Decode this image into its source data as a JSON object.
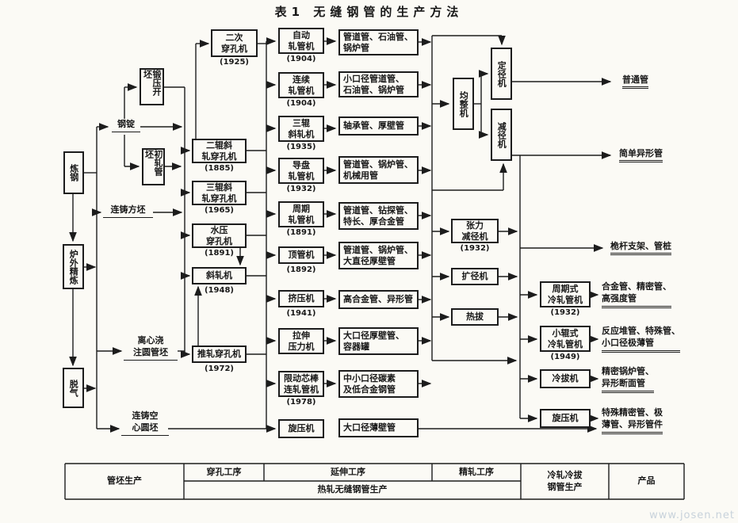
{
  "title": "表1  无缝钢管的生产方法",
  "watermark": "www.josen.net",
  "col_steel": {
    "steelmaking": "炼钢",
    "refining": "炉外精炼",
    "degassing": "脱气"
  },
  "billets": {
    "ingot": "钢锭",
    "forge": "锻压开坯",
    "primary": "初轧管坯",
    "cc_square": "连铸方坯",
    "centrifugal": "离心浇\n注圆管坯",
    "cc_hollow": "连铸空\n心圆坯"
  },
  "piercing": {
    "secondary": {
      "label": "二次\n穿孔机",
      "year": "(1925)"
    },
    "two_roll": {
      "label": "二辊斜\n轧穿孔机",
      "year": "(1885)"
    },
    "three_roll": {
      "label": "三辊斜\n轧穿孔机",
      "year": "(1965)"
    },
    "hydraulic": {
      "label": "水压\n穿孔机",
      "year": "(1891)"
    },
    "cross_roll": {
      "label": "斜轧机",
      "year": "(1948)"
    },
    "push_roll": {
      "label": "推轧穿孔机",
      "year": "(1972)"
    }
  },
  "elongation": {
    "automatic": {
      "label": "自动\n轧管机",
      "year": "(1904)"
    },
    "continuous": {
      "label": "连续\n轧管机",
      "year": "(1904)"
    },
    "three_roll_cross": {
      "label": "三辊\n斜轧机",
      "year": "(1935)"
    },
    "disc_guide": {
      "label": "导盘\n轧管机",
      "year": "(1932)"
    },
    "periodic": {
      "label": "周期\n轧管机",
      "year": "(1891)"
    },
    "push_bench": {
      "label": "顶管机",
      "year": "(1892)"
    },
    "extrusion": {
      "label": "挤压机",
      "year": "(1941)"
    },
    "draw_press": {
      "label": "拉伸\n压力机"
    },
    "mandrel": {
      "label": "限动芯棒\n连轧管机",
      "year": "(1978)"
    },
    "spinning": {
      "label": "旋压机"
    }
  },
  "intermediate": {
    "p1": "管道管、石油管、\n锅炉管",
    "p2": "小口径管道管、\n石油管、锅炉管",
    "p3": "轴承管、厚壁管",
    "p4": "管道管、锅炉管、\n机械用管",
    "p5": "管道管、钻探管、\n特长、厚合金管",
    "p6": "管道管、锅炉管、\n大直径厚壁管",
    "p7": "高合金管、异形管",
    "p8": "大口径厚壁管、\n容器罐",
    "p9": "中小口径碳素\n及低合金钢管",
    "p10": "大口径薄壁管"
  },
  "finishing": {
    "equalizer": "均整机",
    "sizing": "定径机",
    "reducing": "减径机",
    "stretch_reducing": {
      "label": "张力\n减径机",
      "year": "(1932)"
    },
    "expanding": "扩径机",
    "hot_draw": "热拔"
  },
  "cold": {
    "periodic_cold": {
      "label": "周期式\n冷轧管机",
      "year": "(1932)"
    },
    "small_roll": {
      "label": "小辊式\n冷轧管机",
      "year": "(1949)"
    },
    "cold_draw": {
      "label": "冷拔机"
    },
    "spinning": {
      "label": "旋压机"
    }
  },
  "final_products": {
    "ordinary": "普通管",
    "simple_shaped": "简单异形管",
    "mast": "桅杆支架、管桩",
    "alloy": "合金管、精密管、\n高强度管",
    "reactor": "反应堆管、特殊管、\n小口径极薄管",
    "precision_boiler": "精密锅炉管、\n异形断面管",
    "special_precision": "特殊精密管、极\n薄管、异形管件"
  },
  "table": {
    "billet_production": "管坯生产",
    "piercing_process": "穿孔工序",
    "elongation_process": "延伸工序",
    "finishing_process": "精轧工序",
    "hot_rolled": "热轧无缝钢管生产",
    "cold_production": "冷轧冷拔\n钢管生产",
    "products": "产品"
  }
}
